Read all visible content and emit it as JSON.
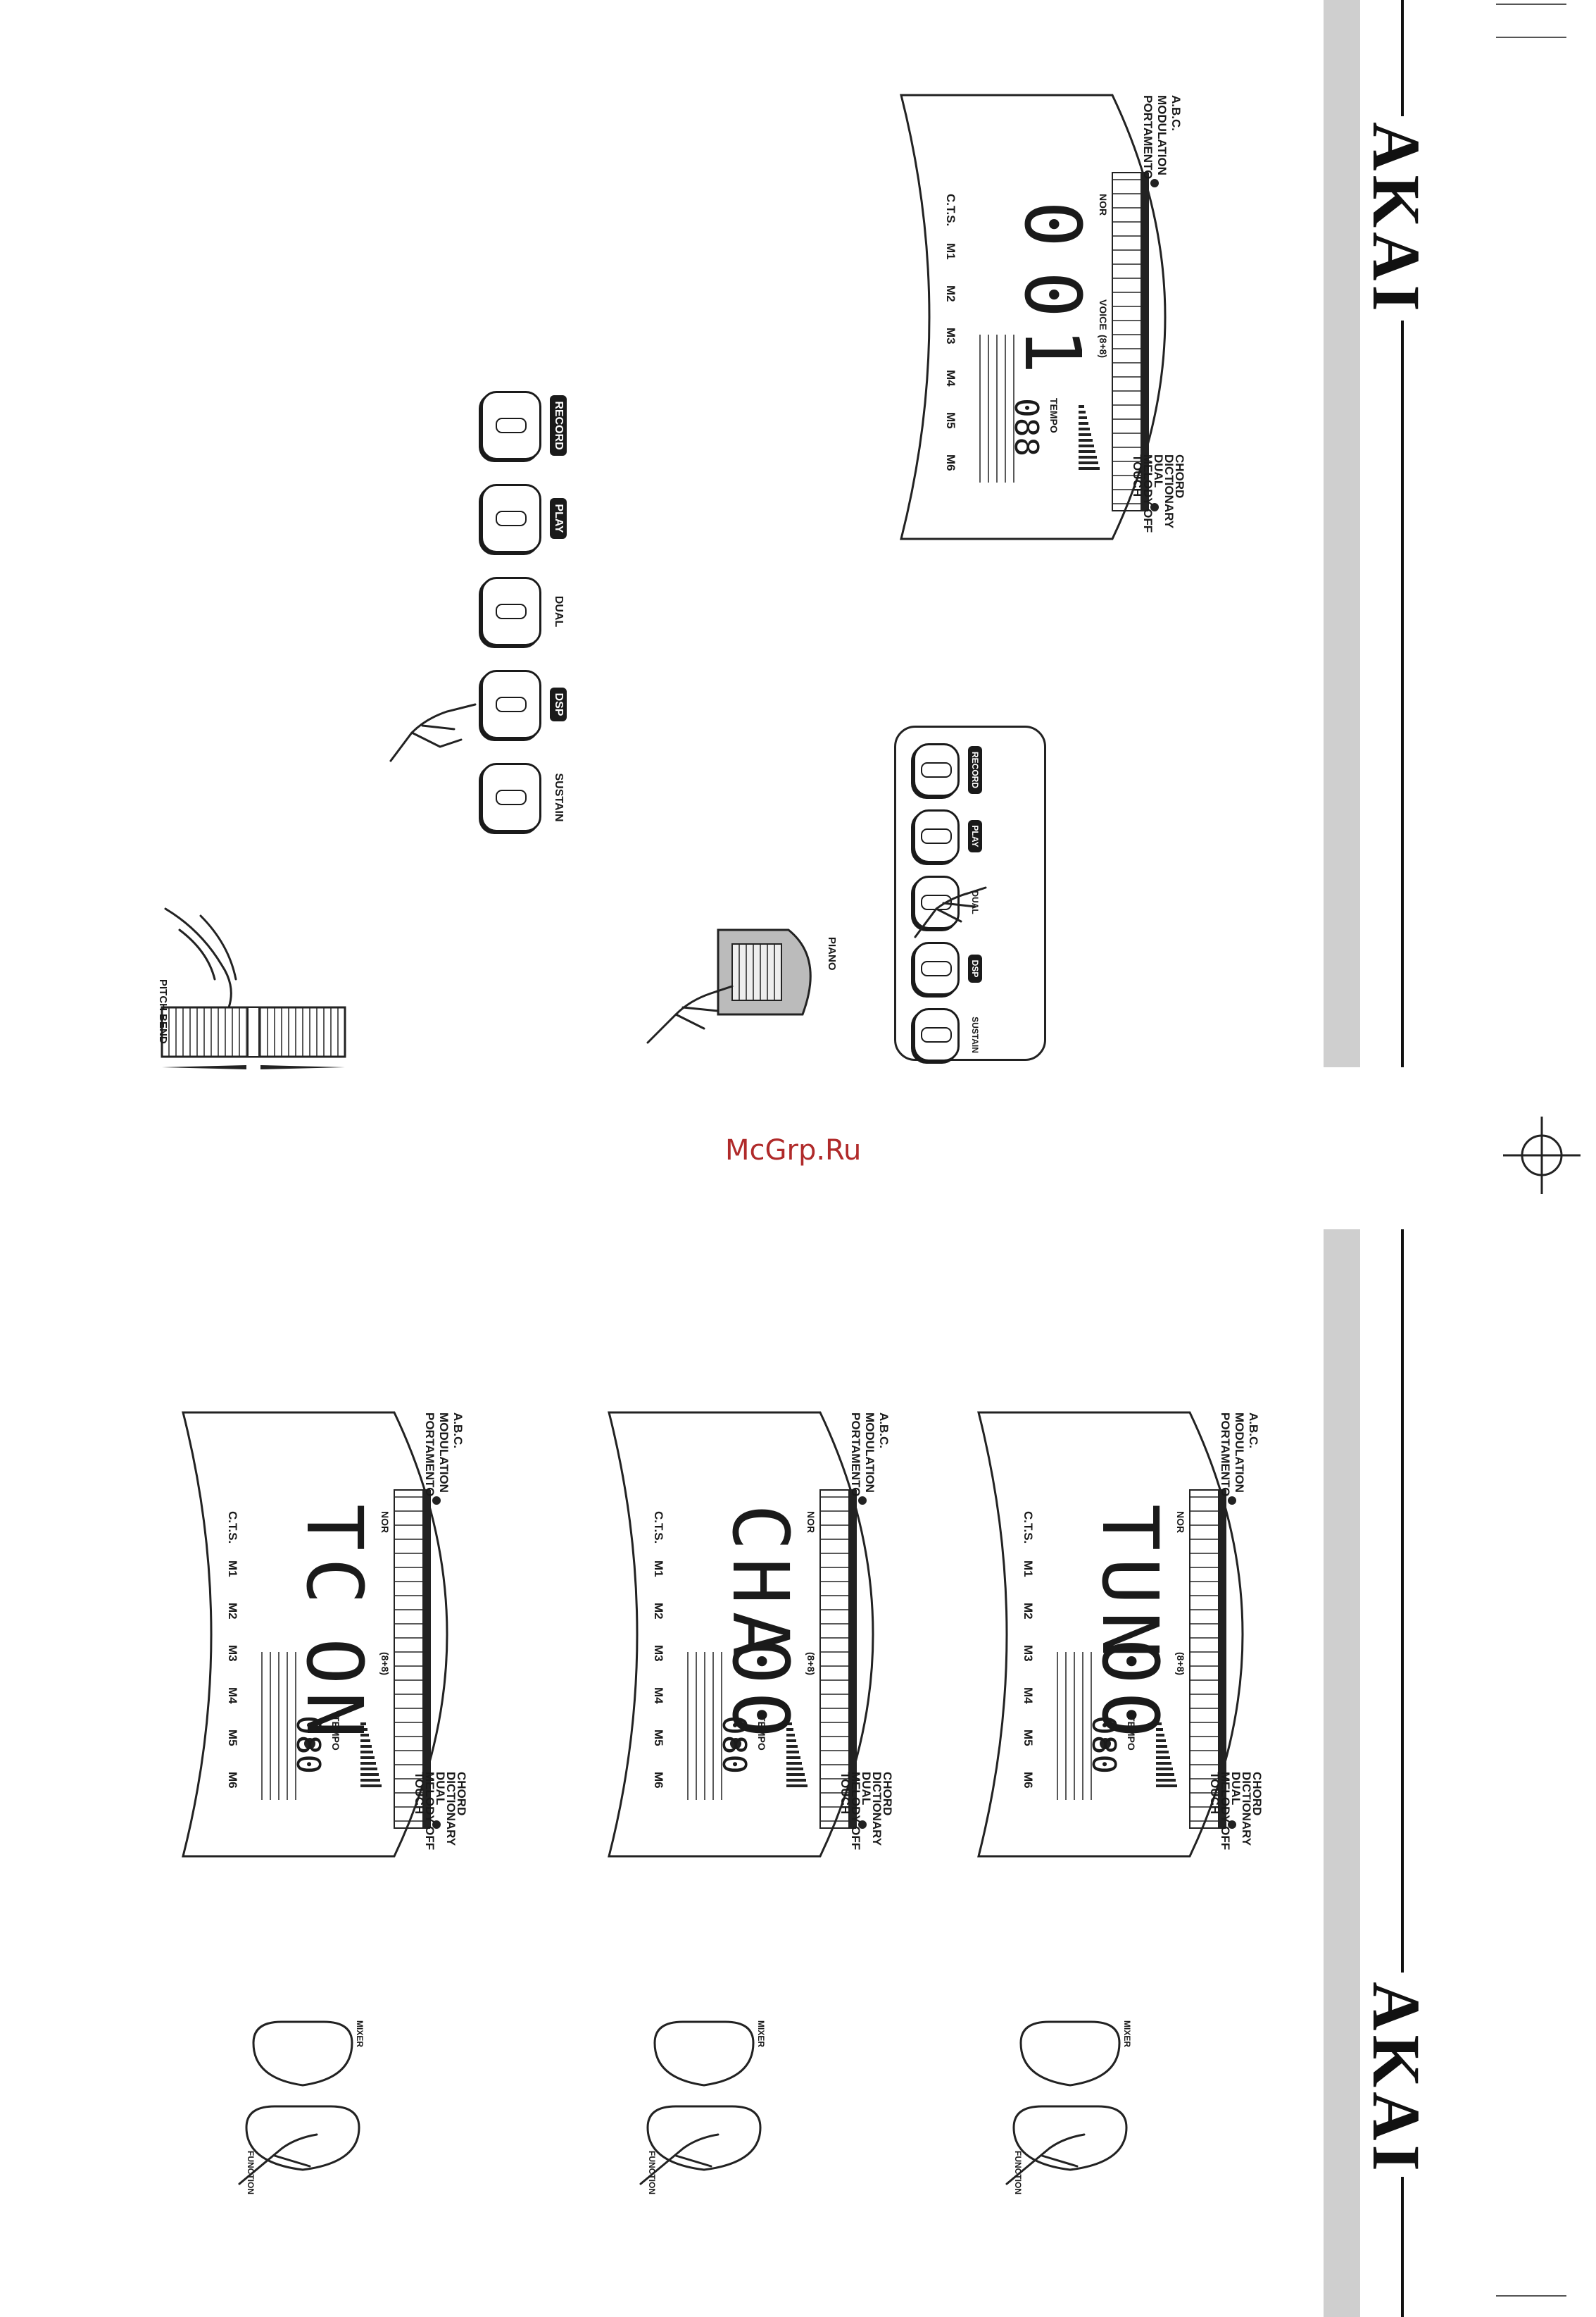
{
  "brand": {
    "name": "AKAI"
  },
  "watermark": "McGrp.Ru",
  "lcd_common": {
    "left_labels": [
      "A.B.C.",
      "MODULATION",
      "PORTAMENTO"
    ],
    "right_labels": [
      "CHORD",
      "DICTIONARY",
      "DUAL",
      "MELODY OFF",
      "TOUCH"
    ],
    "memory_labels": [
      "C.T.S.",
      "M1",
      "M2",
      "M3",
      "M4",
      "M5",
      "M6"
    ],
    "nor": "NOR",
    "voice": "VOICE",
    "rate": "(8+8)",
    "tempo": "TEMPO"
  },
  "lcd_top": {
    "main": "0",
    "sub": "0",
    "end": "1",
    "tempo_value": "088"
  },
  "lcd_bottom": [
    {
      "id": "tc",
      "main": "TC",
      "value": "ON",
      "tempo_value": "080"
    },
    {
      "id": "cha",
      "main": "CHA",
      "value": "00",
      "tempo_value": "080"
    },
    {
      "id": "tun",
      "main": "TUN",
      "value": "00",
      "tempo_value": "080"
    }
  ],
  "buttons_large": [
    "RECORD",
    "PLAY",
    "DUAL",
    "DSP",
    "SUSTAIN"
  ],
  "buttons_small": [
    "RECORD",
    "PLAY",
    "DUAL",
    "DSP",
    "SUSTAIN"
  ],
  "labels": {
    "pitch_bend": "PITCH BEND",
    "piano": "PIANO",
    "mixer": "MIXER",
    "function": "FUNCTION"
  }
}
